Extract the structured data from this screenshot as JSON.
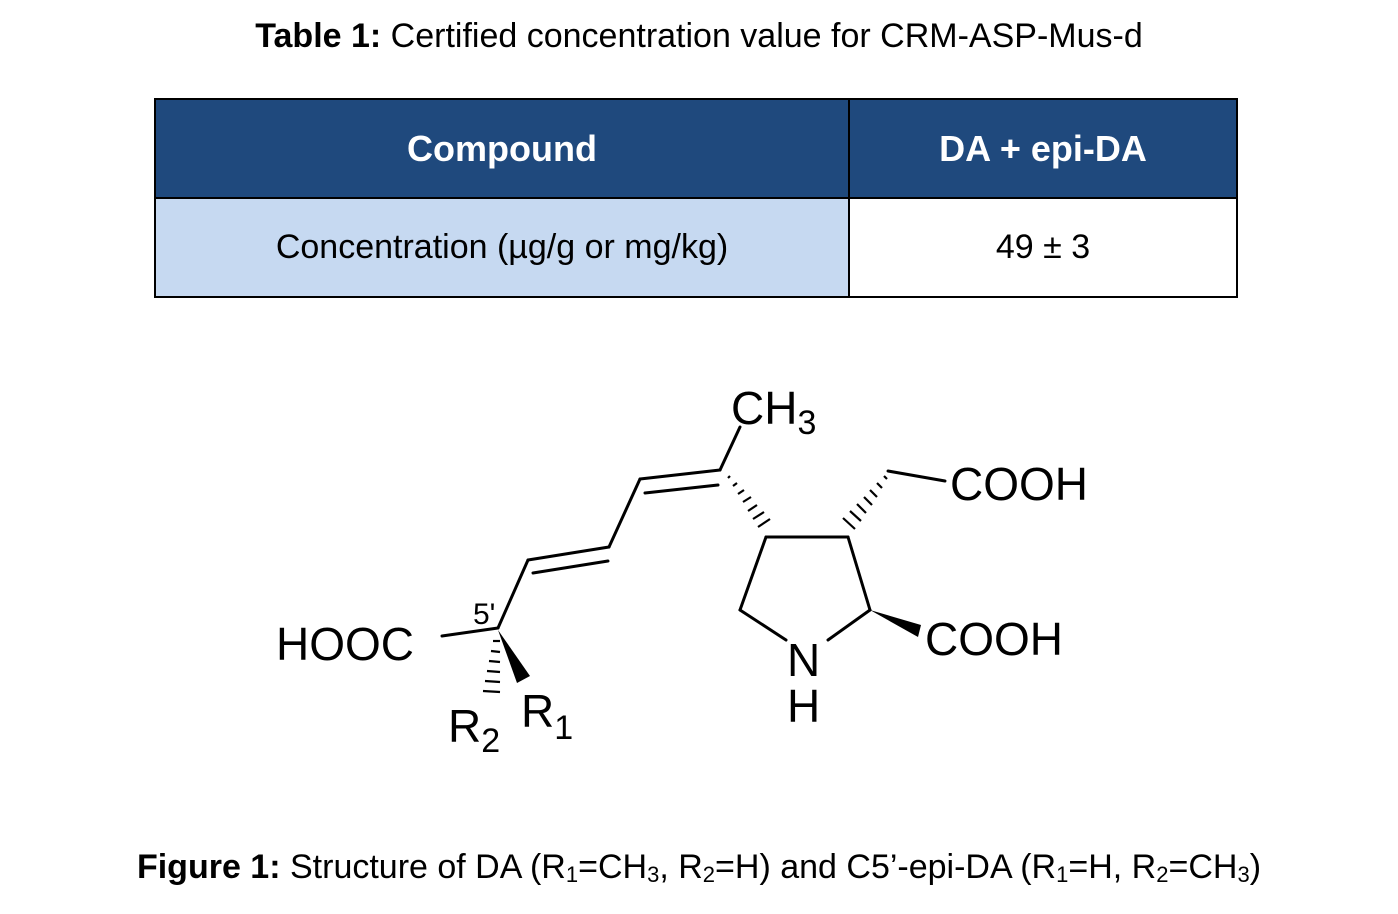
{
  "table": {
    "caption_label": "Table 1:",
    "caption_text": " Certified concentration value for CRM-ASP-Mus-d",
    "headers": [
      "Compound",
      "DA + epi-DA"
    ],
    "rows": [
      {
        "label": "Concentration (µg/g or mg/kg)",
        "value": "49 ± 3"
      }
    ],
    "colors": {
      "header_bg": "#1f497d",
      "header_text": "#ffffff",
      "label_bg": "#c6d9f1"
    }
  },
  "structure": {
    "labels": {
      "ch3": "CH",
      "ch3_sub": "3",
      "cooh_top": "COOH",
      "cooh_ring": "COOH",
      "hooc": "HOOC",
      "stereo": "5'",
      "n": "N",
      "h": "H",
      "r1": "R",
      "r1_sub": "1",
      "r2": "R",
      "r2_sub": "2"
    }
  },
  "figure": {
    "label": "Figure 1:",
    "text_1": " Structure of DA (R",
    "sub_1": "1",
    "text_2": "=CH",
    "sub_2": "3",
    "text_3": ", R",
    "sub_3": "2",
    "text_4": "=H) and C5’-epi-DA (R",
    "sub_4": "1",
    "text_5": "=H, R",
    "sub_5": "2",
    "text_6": "=CH",
    "sub_6": "3",
    "text_7": ")"
  }
}
